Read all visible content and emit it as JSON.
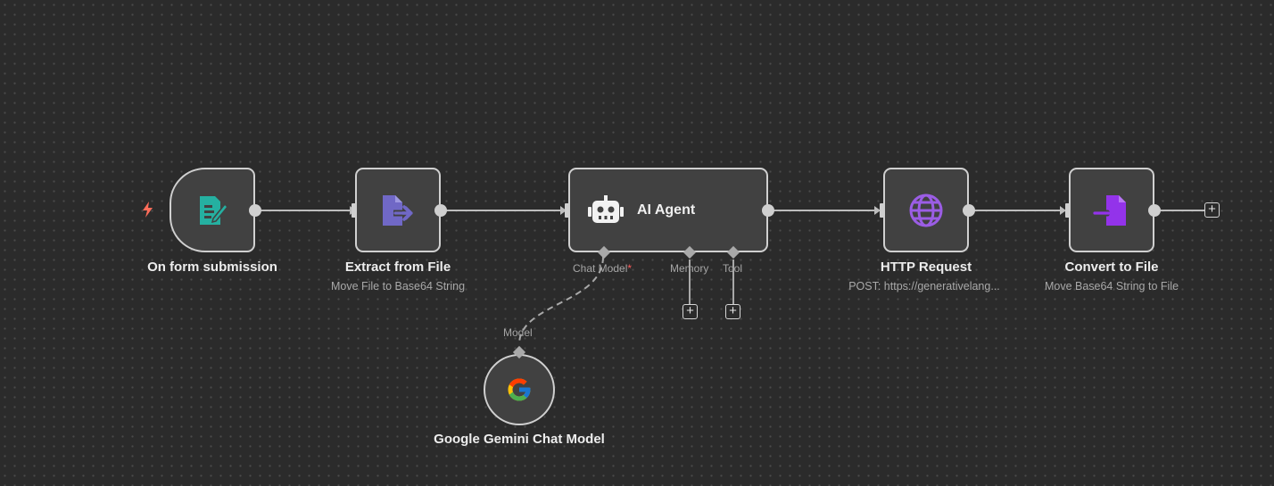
{
  "nodes": {
    "form_trigger": {
      "title": "On form submission",
      "icon": "form-document-icon",
      "color": "#25b0a1"
    },
    "extract": {
      "title": "Extract from File",
      "subtitle": "Move File to Base64 String",
      "icon": "file-export-icon",
      "color": "#7068c6"
    },
    "agent": {
      "title": "AI Agent",
      "icon": "robot-icon"
    },
    "http": {
      "title": "HTTP Request",
      "subtitle": "POST: https://generativelang...",
      "icon": "globe-icon",
      "color": "#9b5de5"
    },
    "convert": {
      "title": "Convert to File",
      "subtitle": "Move Base64 String to File",
      "icon": "file-import-icon",
      "color": "#9333ea"
    },
    "gemini": {
      "title": "Google Gemini Chat Model",
      "icon": "google-icon"
    }
  },
  "ports": {
    "chat_model": "Chat Model",
    "chat_model_required": "*",
    "memory": "Memory",
    "tool": "Tool",
    "model": "Model"
  },
  "trigger_icon": "lightning-bolt-icon",
  "add_symbol": "+"
}
